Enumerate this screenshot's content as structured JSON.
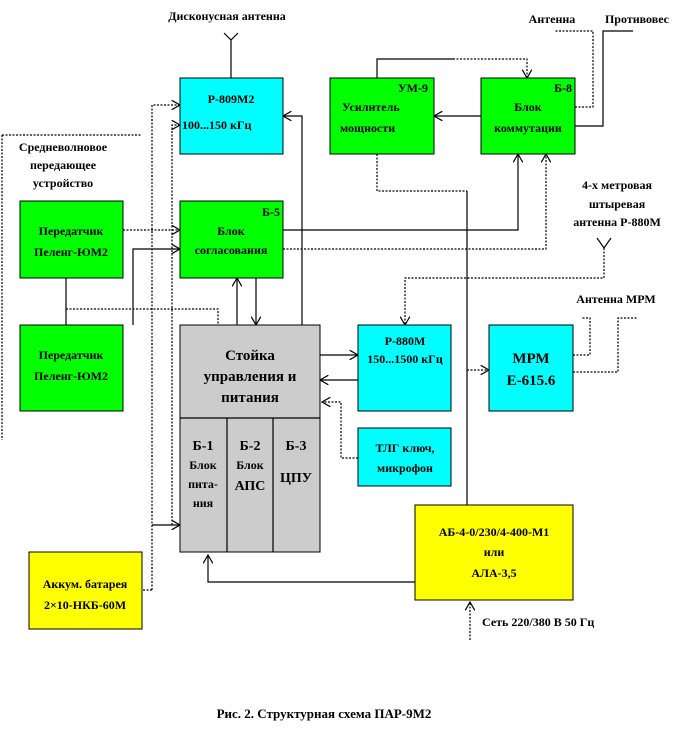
{
  "colors": {
    "cyan": "#00ffff",
    "green": "#00ff00",
    "yellow": "#ffff00",
    "gray": "#cccccc"
  },
  "labels": {
    "disk_antenna": "Дисконусная антенна",
    "antenna": "Антенна",
    "counterpoise": "Противовес",
    "mw_group": [
      "Средневолновое",
      "передающее",
      "устройство"
    ],
    "whip_antenna": [
      "4-х метровая",
      "штыревая",
      "антенна Р-880М"
    ],
    "mrm_antenna": "Антенна МРМ",
    "mains": "Сеть 220/380 В  50 Гц",
    "caption": "Рис. 2.   Структурная схема  ПАР-9М2"
  },
  "blocks": {
    "r809": {
      "l1": "Р-809М2",
      "l2": "100...150 кГц"
    },
    "um9": {
      "code": "УМ-9",
      "l1": "Усилитель",
      "l2": "мощности"
    },
    "b8": {
      "code": "Б-8",
      "l1": "Блок",
      "l2": "коммутации"
    },
    "b5": {
      "code": "Б-5",
      "l1": "Блок",
      "l2": "согласования"
    },
    "tx1": {
      "l1": "Передатчик",
      "l2": "Пеленг-ЮМ2"
    },
    "tx2": {
      "l1": "Передатчик",
      "l2": "Пеленг-ЮМ2"
    },
    "rack": {
      "l1": "Стойка",
      "l2": "управления и",
      "l3": "питания"
    },
    "b1": {
      "code": "Б-1",
      "l1": "Блок",
      "l2": "пита-",
      "l3": "ния"
    },
    "b2": {
      "code": "Б-2",
      "l1": "Блок",
      "l2": "АПС"
    },
    "b3": {
      "code": "Б-3",
      "l1": "ЦПУ"
    },
    "r880": {
      "l1": "Р-880М",
      "l2": "150...1500 кГц"
    },
    "mrm": {
      "l1": "МРМ",
      "l2": "Е-615.6"
    },
    "tlg": {
      "l1": "ТЛГ ключ,",
      "l2": "микрофон"
    },
    "ab": {
      "l1": "АБ-4-0/230/4-400-М1",
      "l2": "или",
      "l3": "АЛА-3,5"
    },
    "battery": {
      "l1": "Аккум.  батарея",
      "l2": "2×10-НКБ-60М"
    }
  }
}
